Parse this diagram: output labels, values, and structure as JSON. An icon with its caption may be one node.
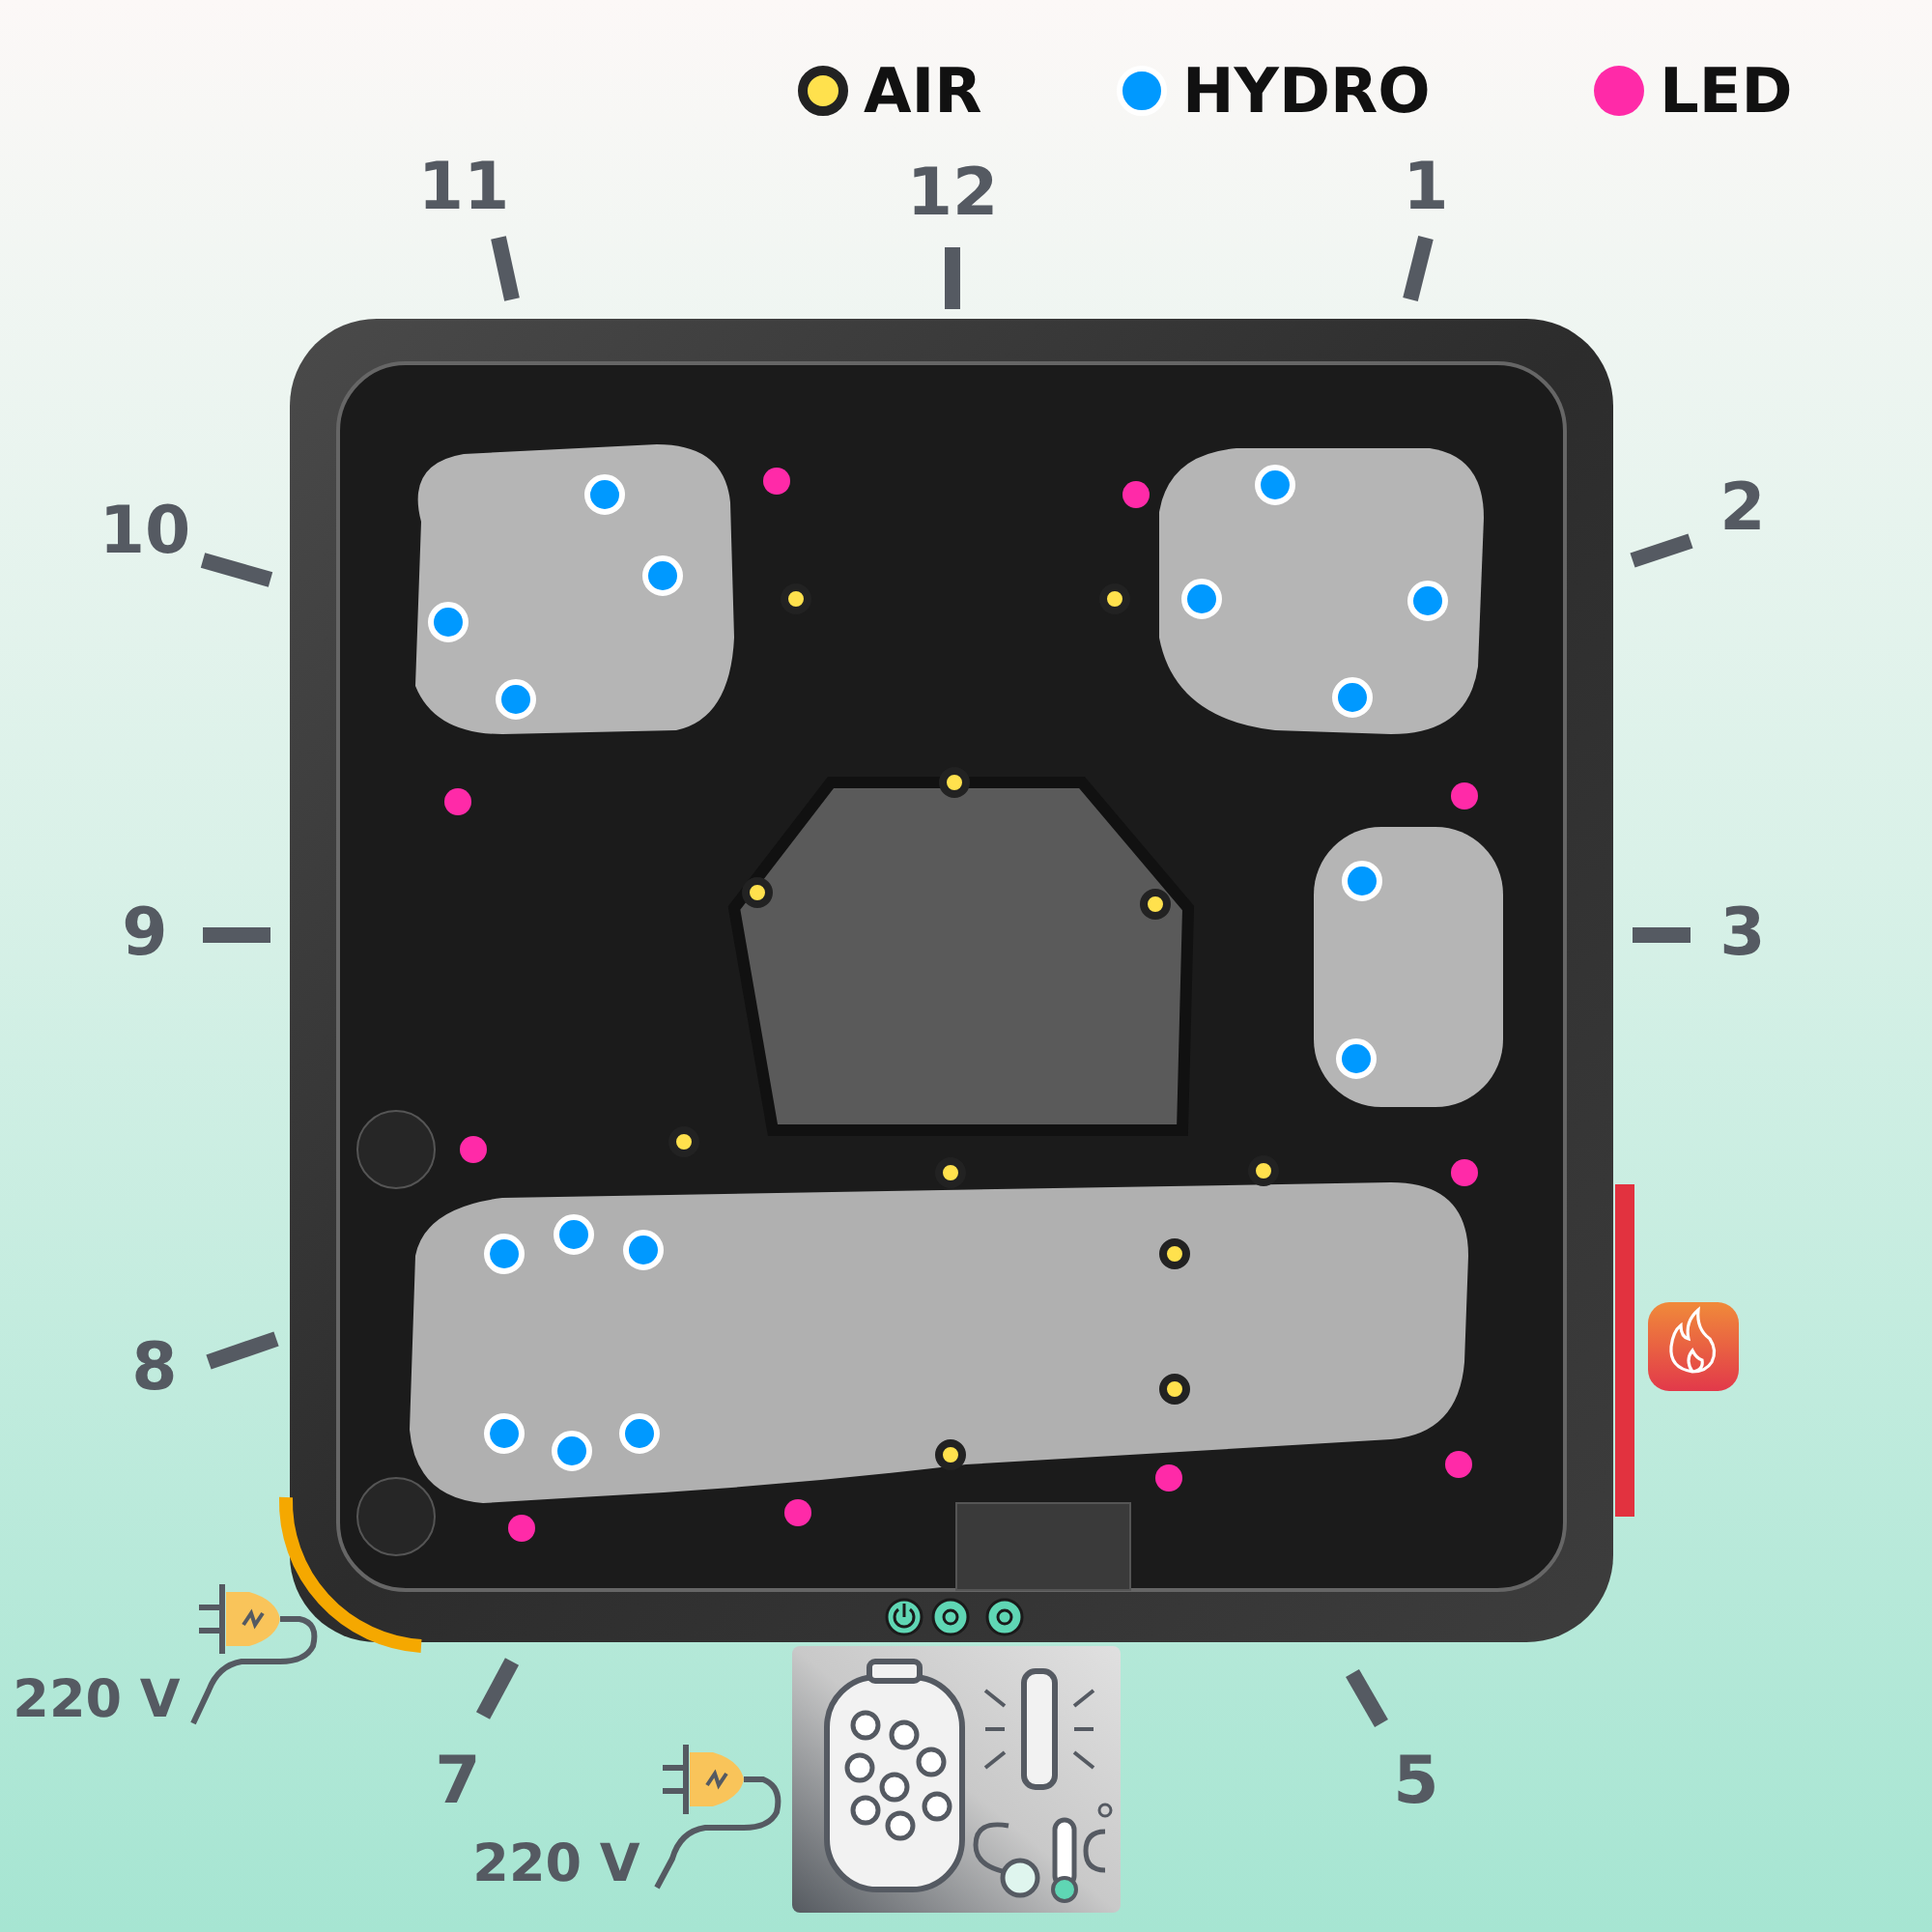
{
  "diagram": {
    "labels": [
      "11",
      "12",
      "1",
      "10",
      "2",
      "9",
      "3",
      "8",
      "220 V",
      "7",
      "5",
      "220 V"
    ],
    "legend": [
      {
        "text": "AIR",
        "color": "#ffe14d"
      },
      {
        "text": "HYDRO",
        "color": "#0099ff"
      },
      {
        "text": "LED",
        "color": "#ff2aa8"
      }
    ]
  }
}
